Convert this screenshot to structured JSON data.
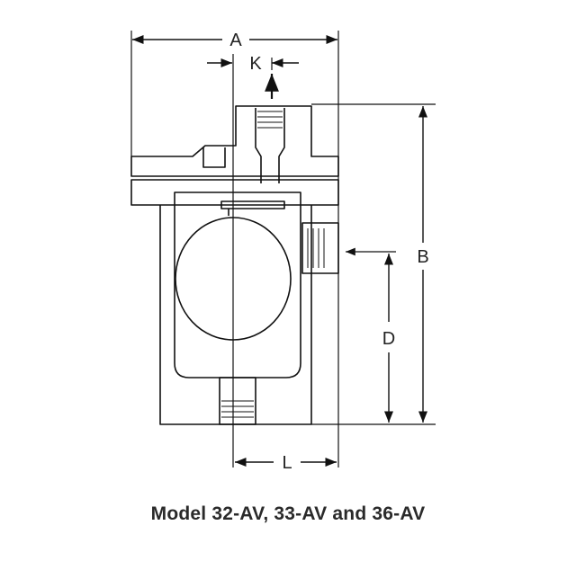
{
  "diagram": {
    "dimensions": {
      "a": "A",
      "b": "B",
      "d": "D",
      "k": "K",
      "l": "L"
    }
  },
  "caption": "Model 32-AV, 33-AV and 36-AV"
}
